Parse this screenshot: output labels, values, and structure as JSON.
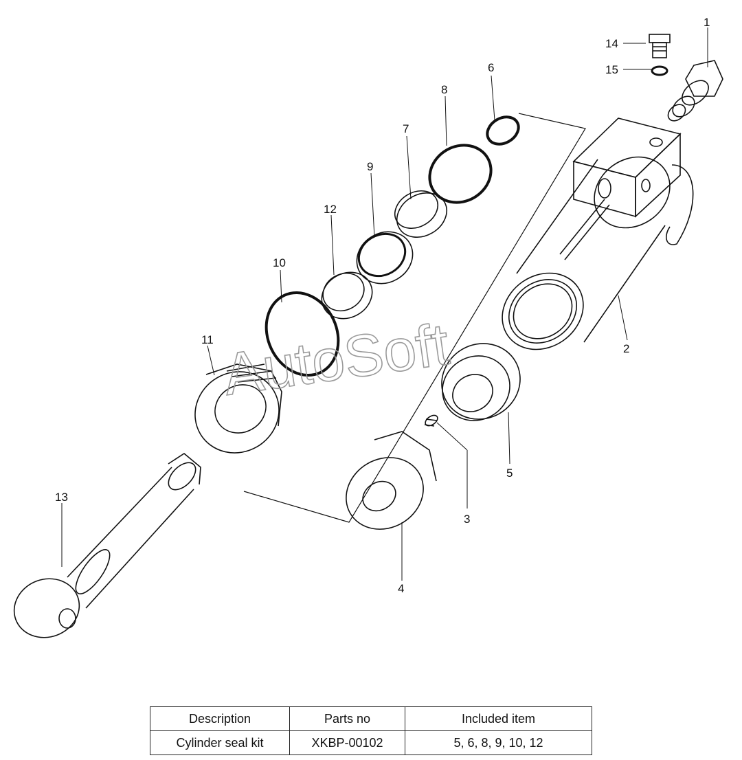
{
  "callouts": [
    "1",
    "2",
    "3",
    "4",
    "5",
    "6",
    "7",
    "8",
    "9",
    "10",
    "11",
    "12",
    "13",
    "14",
    "15"
  ],
  "watermark": "AutoSoft",
  "table": {
    "headers": [
      "Description",
      "Parts no",
      "Included item"
    ],
    "rows": [
      [
        "Cylinder seal kit",
        "XKBP-00102",
        "5, 6, 8, 9, 10, 12"
      ]
    ]
  }
}
